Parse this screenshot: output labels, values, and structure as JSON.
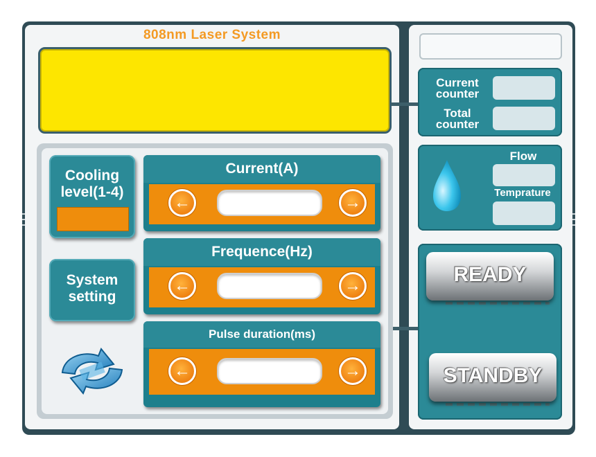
{
  "app": {
    "title": "808nm Laser System"
  },
  "cooling": {
    "label": "Cooling level(1-4)"
  },
  "system": {
    "label": "System setting"
  },
  "params": [
    {
      "label": "Current(A)",
      "value": ""
    },
    {
      "label": "Frequence(Hz)",
      "value": ""
    },
    {
      "label": "Pulse duration(ms)",
      "value": ""
    }
  ],
  "counters": {
    "current_label": "Current counter",
    "total_label": "Total counter"
  },
  "sensors": {
    "flow_label": "Flow",
    "temperature_label": "Temprature"
  },
  "buttons": {
    "ready": "READY",
    "standby": "STANDBY"
  },
  "icons": {
    "decrease": "left-arrow-icon",
    "increase": "right-arrow-icon",
    "water": "water-drop-icon",
    "refresh": "refresh-icon"
  },
  "colors": {
    "accent": "#f39a24",
    "teal": "#2b8a97",
    "orange": "#ef8d0c",
    "display": "#fde600",
    "frame": "#2f4b55"
  }
}
